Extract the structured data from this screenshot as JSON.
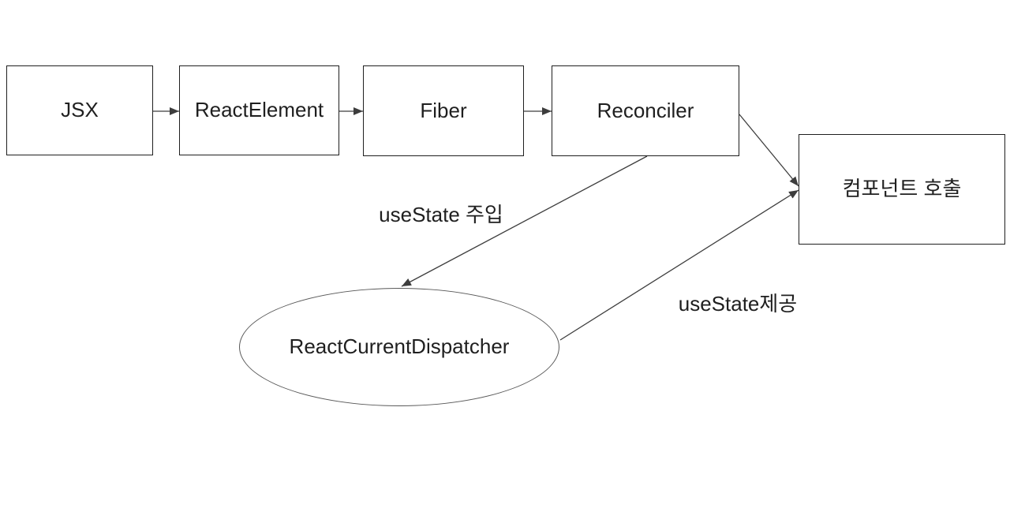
{
  "diagram": {
    "nodes": {
      "jsx": {
        "label": "JSX"
      },
      "react_element": {
        "label": "ReactElement"
      },
      "fiber": {
        "label": "Fiber"
      },
      "reconciler": {
        "label": "Reconciler"
      },
      "component_call": {
        "label": "컴포넌트 호출"
      },
      "dispatcher": {
        "label": "ReactCurrentDispatcher"
      }
    },
    "edge_labels": {
      "inject": "useState 주입",
      "provide": "useState제공"
    },
    "colors": {
      "box_stroke": "#1f1f1f",
      "ellipse_stroke": "#595959",
      "connector_stroke": "#3d3d3d",
      "text": "#1f1f1f",
      "background": "#ffffff"
    }
  }
}
